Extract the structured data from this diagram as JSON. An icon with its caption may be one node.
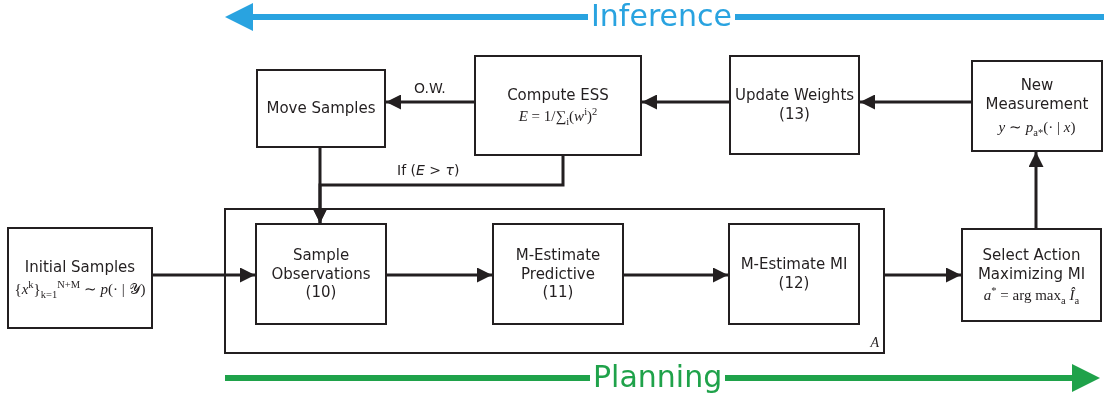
{
  "diagram": {
    "nodes": [
      {
        "text": [
          "Initial Samples",
          "{*x*$^{k}$}$_{k=1}$$^{N+M}$ ∼ *p*(· | 𝒴)"
        ]
      },
      {
        "text": [
          "A"
        ]
      },
      {
        "text": [
          "Sample Observations",
          "(10)"
        ],
        "in": 1
      },
      {
        "text": [
          "M-Estimate Predictive",
          "(11)"
        ],
        "in": 1
      },
      {
        "text": [
          "M-Estimate MI",
          "(12)"
        ],
        "in": 1
      },
      {
        "text": [
          "Select Action Maximizing MI",
          "*a*$^{*}$ = arg max$_{a}$ *Î*$_{a}$"
        ]
      },
      {
        "text": [
          "New Measurement",
          "*y* ∼ *p*$_{a*}$(· | *x*)"
        ]
      },
      {
        "text": [
          "Update Weights",
          "(13)"
        ]
      },
      {
        "text": [
          "Compute ESS",
          "*E* = 1/∑$_{i}$(*w*$^{i}$)$^{2}$"
        ]
      },
      {
        "text": [
          "Move Samples"
        ]
      }
    ],
    "edges": [
      {
        "from": 0,
        "to": 2,
        "arrow": "to"
      },
      {
        "from": 2,
        "to": 3,
        "arrow": "to"
      },
      {
        "from": 3,
        "to": 4,
        "arrow": "to"
      },
      {
        "from": 1,
        "to": 5,
        "arrow": "to"
      },
      {
        "from": 5,
        "to": 6,
        "arrow": "to"
      },
      {
        "from": 6,
        "to": 7,
        "arrow": "to"
      },
      {
        "from": 7,
        "to": 8,
        "arrow": "to"
      },
      {
        "from": 8,
        "to": 9,
        "arrow": "to",
        "label": "O.W."
      },
      {
        "from": 9,
        "to": 2,
        "arrow": "to"
      },
      {
        "from": 8,
        "to": 2,
        "arrow": "to",
        "label": "If (*E* > *τ*)"
      }
    ],
    "labels": [
      "Inference",
      "Planning"
    ]
  }
}
